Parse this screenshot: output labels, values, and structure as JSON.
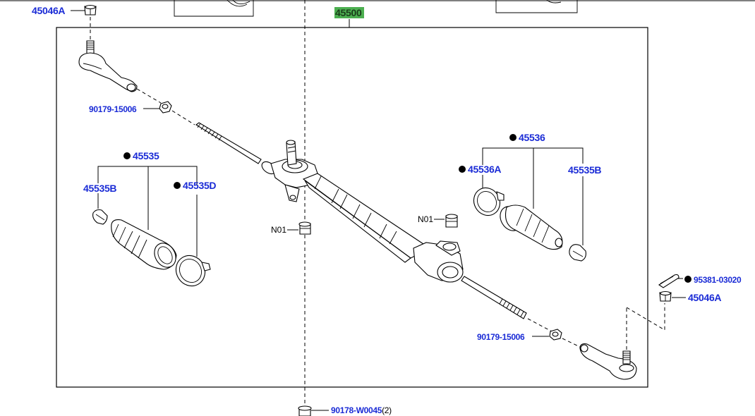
{
  "assembly": {
    "part_number": "45500",
    "highlight_color": "#4caf50"
  },
  "labels": {
    "tie_rod_end_nut_top": "45046A",
    "tie_rod_end_nut_right": "45046A",
    "nut_left": "90179-15006",
    "nut_right": "90179-15006",
    "boot_kit_left": "45535",
    "boot_clamp_left": "45535B",
    "boot_band_left": "45535D",
    "boot_kit_right": "45536",
    "boot_band_right": "45536A",
    "boot_clamp_right": "45535B",
    "cotter_pin": "95381-03020",
    "bushing_left": "N01",
    "bushing_right": "N01",
    "bottom_bolt": "90178-W0045",
    "bottom_bolt_qty": "(2)"
  },
  "colors": {
    "label_blue": "#1a2bd6",
    "line": "#000000"
  }
}
